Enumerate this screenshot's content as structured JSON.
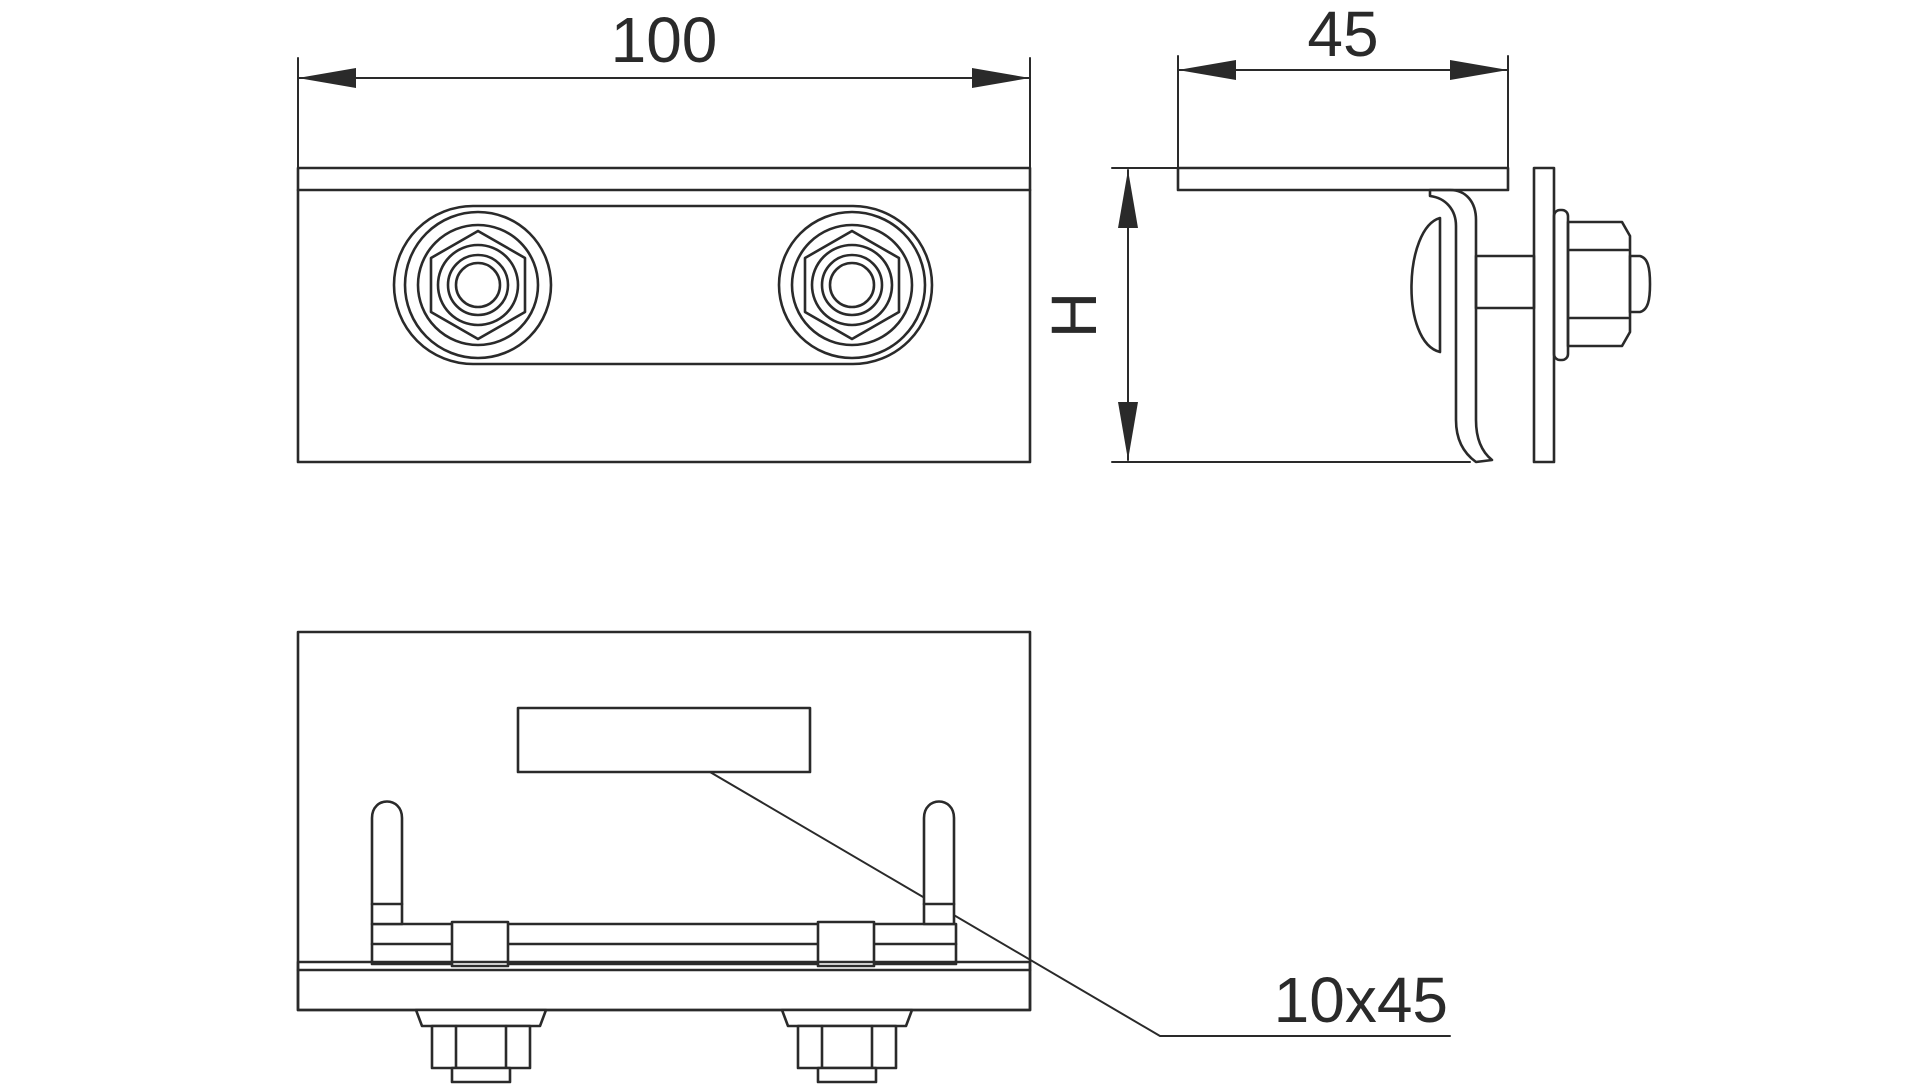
{
  "dimensions": {
    "width_label": "100",
    "depth_label": "45",
    "height_label": "H",
    "slot_label": "10x45"
  }
}
